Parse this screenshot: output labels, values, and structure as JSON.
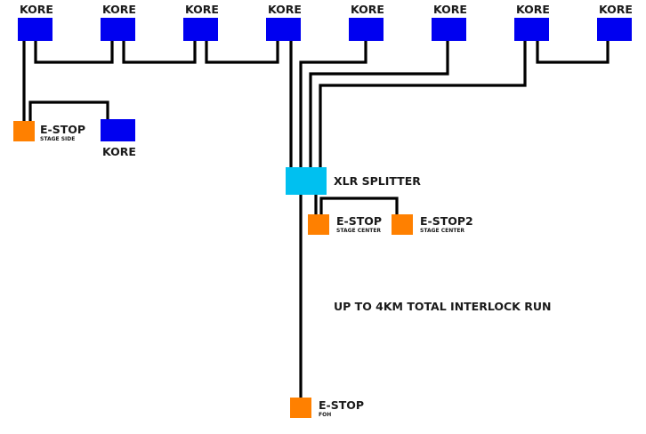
{
  "diagram": {
    "colors": {
      "kore": "#0000f0",
      "estop": "#ff8000",
      "splitter": "#00c0f0",
      "wire": "#000000",
      "text": "#1a1a1a"
    },
    "kore_label": "KORE",
    "top_kores": [
      {
        "label": "KORE"
      },
      {
        "label": "KORE"
      },
      {
        "label": "KORE"
      },
      {
        "label": "KORE"
      },
      {
        "label": "KORE"
      },
      {
        "label": "KORE"
      },
      {
        "label": "KORE"
      },
      {
        "label": "KORE"
      }
    ],
    "side_kore": {
      "label": "KORE"
    },
    "splitter": {
      "label": "XLR SPLITTER"
    },
    "estops": [
      {
        "id": "stage-side",
        "title": "E-STOP",
        "subtitle": "STAGE SIDE"
      },
      {
        "id": "stage-center-1",
        "title": "E-STOP",
        "subtitle": "STAGE CENTER"
      },
      {
        "id": "stage-center-2",
        "title": "E-STOP2",
        "subtitle": "STAGE CENTER"
      },
      {
        "id": "foh",
        "title": "E-STOP",
        "subtitle": "FOH"
      }
    ],
    "note": "UP TO 4KM TOTAL INTERLOCK RUN"
  }
}
